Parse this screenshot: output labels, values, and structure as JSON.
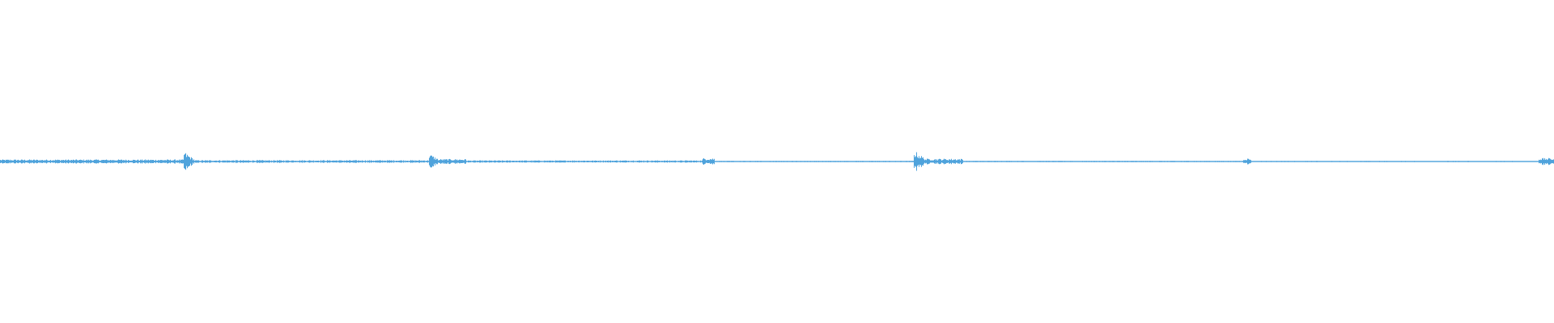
{
  "waveform": {
    "color": "#4fa3dc",
    "baseline_color": "#4fa3dc",
    "background": "#ffffff",
    "duration_fraction_segments": [
      {
        "start": 0.0,
        "end": 0.118,
        "level": 0.18
      },
      {
        "start": 0.118,
        "end": 0.125,
        "level": 0.9
      },
      {
        "start": 0.125,
        "end": 0.276,
        "level": 0.12
      },
      {
        "start": 0.276,
        "end": 0.283,
        "level": 0.7
      },
      {
        "start": 0.283,
        "end": 0.3,
        "level": 0.22
      },
      {
        "start": 0.3,
        "end": 0.452,
        "level": 0.1
      },
      {
        "start": 0.452,
        "end": 0.46,
        "level": 0.3
      },
      {
        "start": 0.46,
        "end": 0.588,
        "level": 0.06
      },
      {
        "start": 0.588,
        "end": 0.596,
        "level": 1.0
      },
      {
        "start": 0.596,
        "end": 0.62,
        "level": 0.25
      },
      {
        "start": 0.62,
        "end": 0.8,
        "level": 0.06
      },
      {
        "start": 0.8,
        "end": 0.805,
        "level": 0.28
      },
      {
        "start": 0.805,
        "end": 0.99,
        "level": 0.05
      },
      {
        "start": 0.99,
        "end": 1.0,
        "level": 0.3
      }
    ]
  }
}
